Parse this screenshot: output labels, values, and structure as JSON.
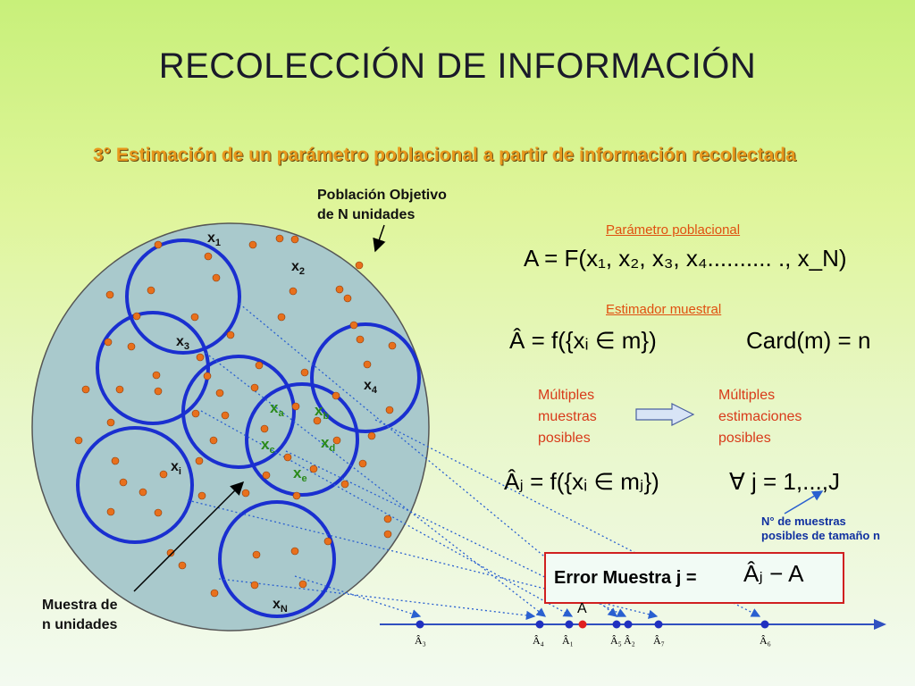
{
  "slide": {
    "title": "RECOLECCIÓN DE INFORMACIÓN",
    "subtitle": "3° Estimación de un parámetro poblacional a partir de información recolectada"
  },
  "diagram": {
    "population_label": [
      "Población Objetivo",
      "de N unidades"
    ],
    "sample_label": [
      "Muestra de",
      "n unidades"
    ],
    "points": {
      "x1": "x",
      "x1_sub": "1",
      "x2": "x",
      "x2_sub": "2",
      "x3": "x",
      "x3_sub": "3",
      "x4": "x",
      "x4_sub": "4",
      "xa": "x",
      "xa_sub": "a",
      "xb": "x",
      "xb_sub": "b",
      "xc": "x",
      "xc_sub": "c",
      "xd": "x",
      "xd_sub": "d",
      "xe": "x",
      "xe_sub": "e",
      "xi": "x",
      "xi_sub": "i",
      "xN": "x",
      "xN_sub": "N"
    },
    "colors": {
      "population_fill": "#a9c9cc",
      "circle_stroke": "#1a2fd0",
      "dot_fill": "#e8701c",
      "green_label": "#2a8a1a",
      "arrow": "#2a60d0",
      "axis": "#3050c0",
      "true_value_dot": "#e02020"
    }
  },
  "formulas": {
    "param_label": "Parámetro poblacional",
    "param_formula": "A  =  F(x₁, x₂, x₃, x₄.......... ., x_N)",
    "estimator_label": "Estimador muestral",
    "estimator_formula": "Â  =  f({xᵢ ∈ m})",
    "card_formula": "Card(m) = n",
    "multiple_samples": [
      "Múltiples",
      "muestras",
      "posibles"
    ],
    "multiple_estimates": [
      "Múltiples",
      "estimaciones",
      "posibles"
    ],
    "estimator_j_formula": "Âⱼ  =  f({xᵢ ∈ mⱼ})",
    "forall_formula": "∀ j = 1,...,J",
    "n_samples_note": [
      "N° de muestras",
      "posibles de tamaño n"
    ],
    "error_label": "Error Muestra j =",
    "error_formula": "Âⱼ  −  A"
  },
  "axis": {
    "true_value_label": "A",
    "estimate_labels": [
      "Â₃",
      "Â₄",
      "Â₁",
      "Â₅",
      "Â₂",
      "Â₇",
      "Â₆"
    ]
  }
}
